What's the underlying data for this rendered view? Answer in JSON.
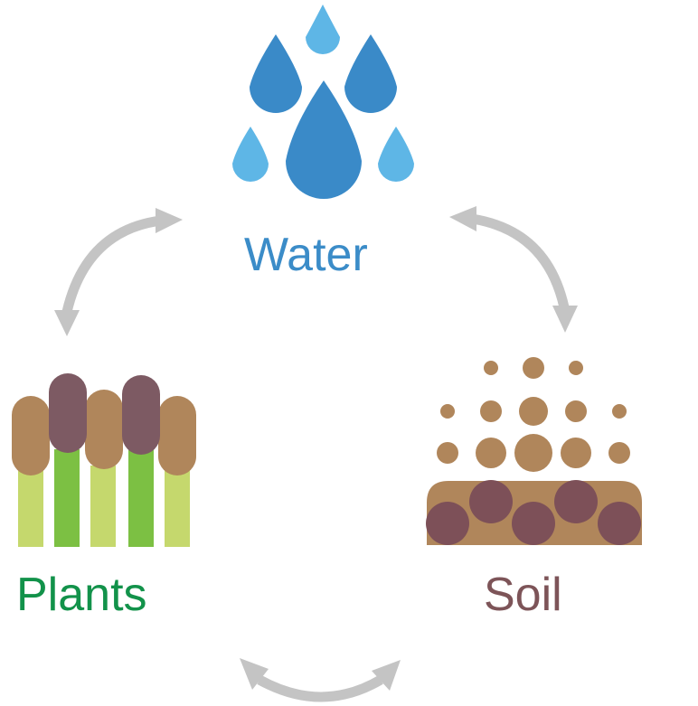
{
  "labels": {
    "water": "Water",
    "plants": "Plants",
    "soil": "Soil"
  },
  "colors": {
    "water_text": "#3b8cc8",
    "plants_text": "#12924a",
    "soil_text": "#7d5458",
    "drop_dark": "#3a8ac8",
    "drop_light": "#5eb6e6",
    "arrow": "#c4c4c4",
    "stem_light": "#c5d86d",
    "stem_dark": "#7cc043",
    "head_tan": "#b0865b",
    "head_mauve": "#7d5a63",
    "soil_tan": "#b0865b",
    "soil_mauve": "#7d5058"
  },
  "icons": [
    "water-drops-icon",
    "plants-icon",
    "soil-icon",
    "cycle-arrows"
  ]
}
